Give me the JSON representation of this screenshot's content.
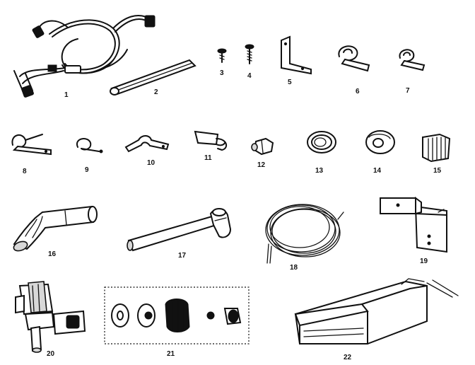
{
  "parts": [
    {
      "id": "part-1",
      "label": "1",
      "icon": "wiring-harness-icon"
    },
    {
      "id": "part-2",
      "label": "2",
      "icon": "channel-strip-icon"
    },
    {
      "id": "part-3",
      "label": "3",
      "icon": "screw-icon"
    },
    {
      "id": "part-4",
      "label": "4",
      "icon": "screw-icon"
    },
    {
      "id": "part-5",
      "label": "5",
      "icon": "angle-bracket-icon"
    },
    {
      "id": "part-6",
      "label": "6",
      "icon": "tube-clamp-icon"
    },
    {
      "id": "part-7",
      "label": "7",
      "icon": "tube-clamp-icon"
    },
    {
      "id": "part-8",
      "label": "8",
      "icon": "clip-icon"
    },
    {
      "id": "part-9",
      "label": "9",
      "icon": "clip-icon"
    },
    {
      "id": "part-10",
      "label": "10",
      "icon": "clip-icon"
    },
    {
      "id": "part-11",
      "label": "11",
      "icon": "tab-clip-icon"
    },
    {
      "id": "part-12",
      "label": "12",
      "icon": "nut-icon"
    },
    {
      "id": "part-13",
      "label": "13",
      "icon": "grommet-icon"
    },
    {
      "id": "part-14",
      "label": "14",
      "icon": "grommet-icon"
    },
    {
      "id": "part-15",
      "label": "15",
      "icon": "pad-icon"
    },
    {
      "id": "part-16",
      "label": "16",
      "icon": "elbow-tube-icon"
    },
    {
      "id": "part-17",
      "label": "17",
      "icon": "fill-tube-icon"
    },
    {
      "id": "part-18",
      "label": "18",
      "icon": "tubing-coil-icon"
    },
    {
      "id": "part-19",
      "label": "19",
      "icon": "mounting-bracket-icon"
    },
    {
      "id": "part-20",
      "label": "20",
      "icon": "water-valve-icon"
    },
    {
      "id": "part-21",
      "label": "21",
      "icon": "fitting-kit-icon"
    },
    {
      "id": "part-22",
      "label": "22",
      "icon": "ice-bin-icon"
    }
  ]
}
